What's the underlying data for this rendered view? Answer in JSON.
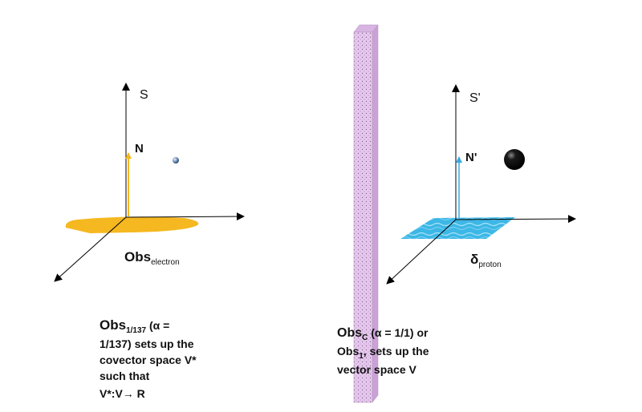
{
  "left_frame": {
    "axis_label": "S",
    "normal_label": "N",
    "observer_main": "Obs",
    "observer_sub": "electron",
    "caption": {
      "obs": "Obs",
      "sub": "1/137",
      "line1_rest": " (α =",
      "line2": "1/137) sets up the",
      "line3": "covector space V*",
      "line4": "such that",
      "line5": "V*:V→ R"
    }
  },
  "right_frame": {
    "axis_label": "S'",
    "normal_label": "N'",
    "observer_main": "δ",
    "observer_sub": "proton",
    "caption": {
      "obs": "Obs",
      "sub": "C",
      "line1_rest": " (α = 1/1) or",
      "line2_obs": "Obs",
      "line2_sub": "1",
      "line2_rest": ", sets up the",
      "line3": "vector space V"
    }
  },
  "colors": {
    "plane_left": "#f5b820",
    "normal_left": "#f5b820",
    "plane_right": "#3db7e6",
    "normal_right": "#3aa9e0",
    "barrier": "#e7c9ef",
    "barrier_dots": "#8a6a92",
    "axes": "#000000"
  }
}
